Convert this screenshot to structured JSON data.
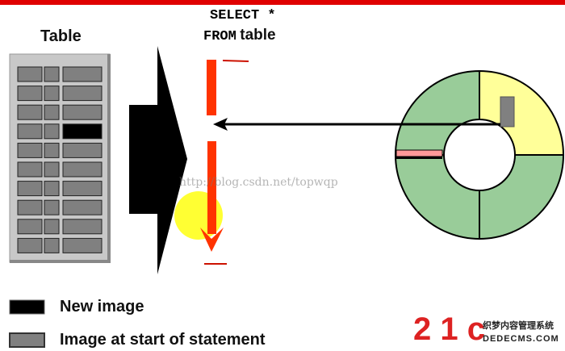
{
  "table_title": "Table",
  "sql": {
    "line1": "SELECT *",
    "line2_keyword": "FROM",
    "line2_name": "table"
  },
  "watermark": "http://blog.csdn.net/topwqp",
  "legend": [
    {
      "label": "New image",
      "color": "#000000"
    },
    {
      "label": "Image at start of statement",
      "color": "#808080"
    }
  ],
  "logo": {
    "text": "2 1 c",
    "sub1": "织梦内容管理系统",
    "sub2": "DEDECMS.COM"
  },
  "colors": {
    "accent": "#ff3300",
    "ring_green": "#99cc99",
    "ring_yellow": "#ffff99",
    "ring_pink": "#ff9999"
  }
}
